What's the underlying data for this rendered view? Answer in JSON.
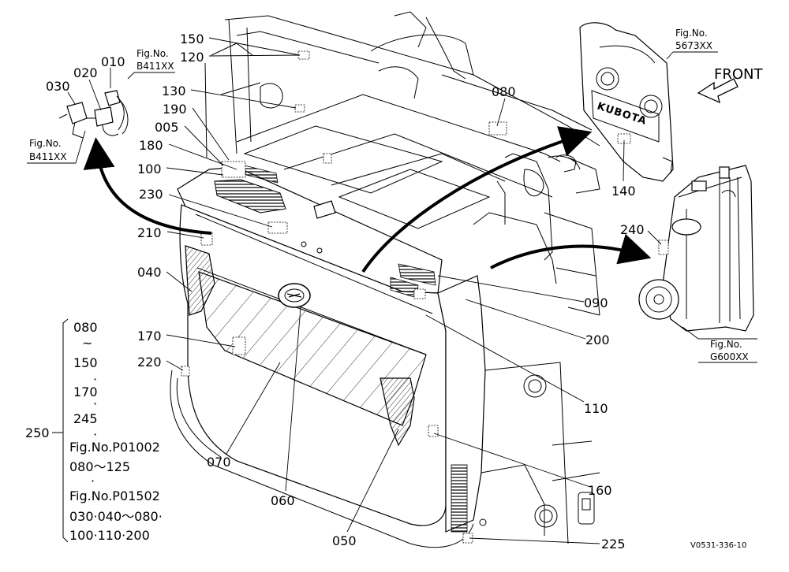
{
  "callouts": {
    "c010": "010",
    "c020": "020",
    "c030": "030",
    "c150": "150",
    "c120": "120",
    "c130": "130",
    "c190": "190",
    "c005": "005",
    "c180": "180",
    "c100": "100",
    "c230": "230",
    "c210": "210",
    "c040": "040",
    "c170": "170",
    "c220": "220",
    "c070": "070",
    "c060": "060",
    "c050": "050",
    "c080": "080",
    "c140": "140",
    "c240": "240",
    "c090": "090",
    "c200": "200",
    "c110": "110",
    "c160": "160",
    "c225": "225",
    "c250": "250"
  },
  "fig_refs": {
    "b411_top_label": "Fig.No.",
    "b411_top_code": "B411XX",
    "b411_left_label": "Fig.No.",
    "b411_left_code": "B411XX",
    "f5673_label": "Fig.No.",
    "f5673_code": "5673XX",
    "g600_label": "Fig.No.",
    "g600_code": "G600XX"
  },
  "direction_label": "FRONT",
  "brand_plate_text": "KUBOTA",
  "set_250_list": [
    "080",
    "~",
    "150",
    "·",
    "170",
    "·",
    "245",
    "·",
    "Fig.No.P01002",
    "080～125",
    "·",
    "Fig.No.P01502",
    "030·040～080·",
    "100·110·200"
  ],
  "drawing_code": "V0531-336-10"
}
